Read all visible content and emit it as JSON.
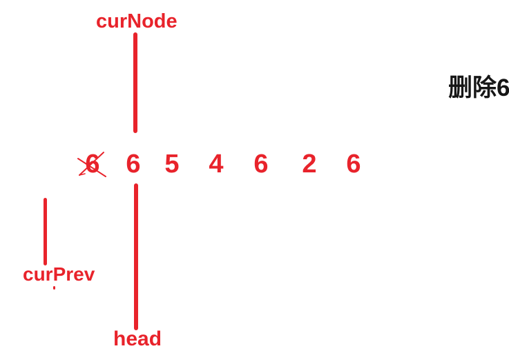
{
  "note": {
    "text": "删除6"
  },
  "pointers": {
    "curNode": {
      "label": "curNode",
      "points_to_index": 1
    },
    "curPrev": {
      "label": "curPrev",
      "points_to_index": 0
    },
    "head": {
      "label": "head",
      "points_to_index": 1
    }
  },
  "list": {
    "nodes": [
      {
        "value": "6",
        "crossed_out": true
      },
      {
        "value": "6",
        "crossed_out": false
      },
      {
        "value": "5",
        "crossed_out": false
      },
      {
        "value": "4",
        "crossed_out": false
      },
      {
        "value": "6",
        "crossed_out": false
      },
      {
        "value": "2",
        "crossed_out": false
      },
      {
        "value": "6",
        "crossed_out": false
      }
    ]
  },
  "colors": {
    "red": "#e8232b",
    "black": "#161616"
  }
}
